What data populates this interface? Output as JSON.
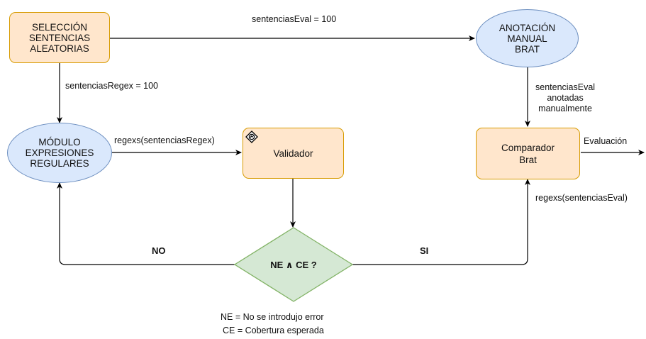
{
  "nodes": {
    "seleccion": [
      "SELECCIÓN",
      "SENTENCIAS",
      "ALEATORIAS"
    ],
    "anotacion": [
      "ANOTACIÓN",
      "MANUAL",
      "BRAT"
    ],
    "modulo": [
      "MÓDULO",
      "EXPRESIONES",
      "REGULARES"
    ],
    "validador": "Validador",
    "comparador": [
      "Comparador",
      "Brat"
    ],
    "decision": "NE ∧ CE ?"
  },
  "edges": {
    "sentencias_eval": "sentenciasEval = 100",
    "sentencias_regex": "sentenciasRegex = 100",
    "regexs_regex": "regexs(sentenciasRegex)",
    "anotadas": [
      "sentenciasEval",
      "anotadas",
      "manualmente"
    ],
    "evaluacion": "Evaluación",
    "regexs_eval": "regexs(sentenciasEval)",
    "no": "NO",
    "si": "SI"
  },
  "legend": {
    "ne": "NE = No se introdujo error",
    "ce": "CE = Cobertura esperada"
  },
  "colors": {
    "process_fill": "#ffe6cc",
    "process_stroke": "#d79b00",
    "ellipse_fill": "#dae8fc",
    "ellipse_stroke": "#6c8ebf",
    "decision_fill": "#d5e8d4",
    "decision_stroke": "#82b366"
  }
}
